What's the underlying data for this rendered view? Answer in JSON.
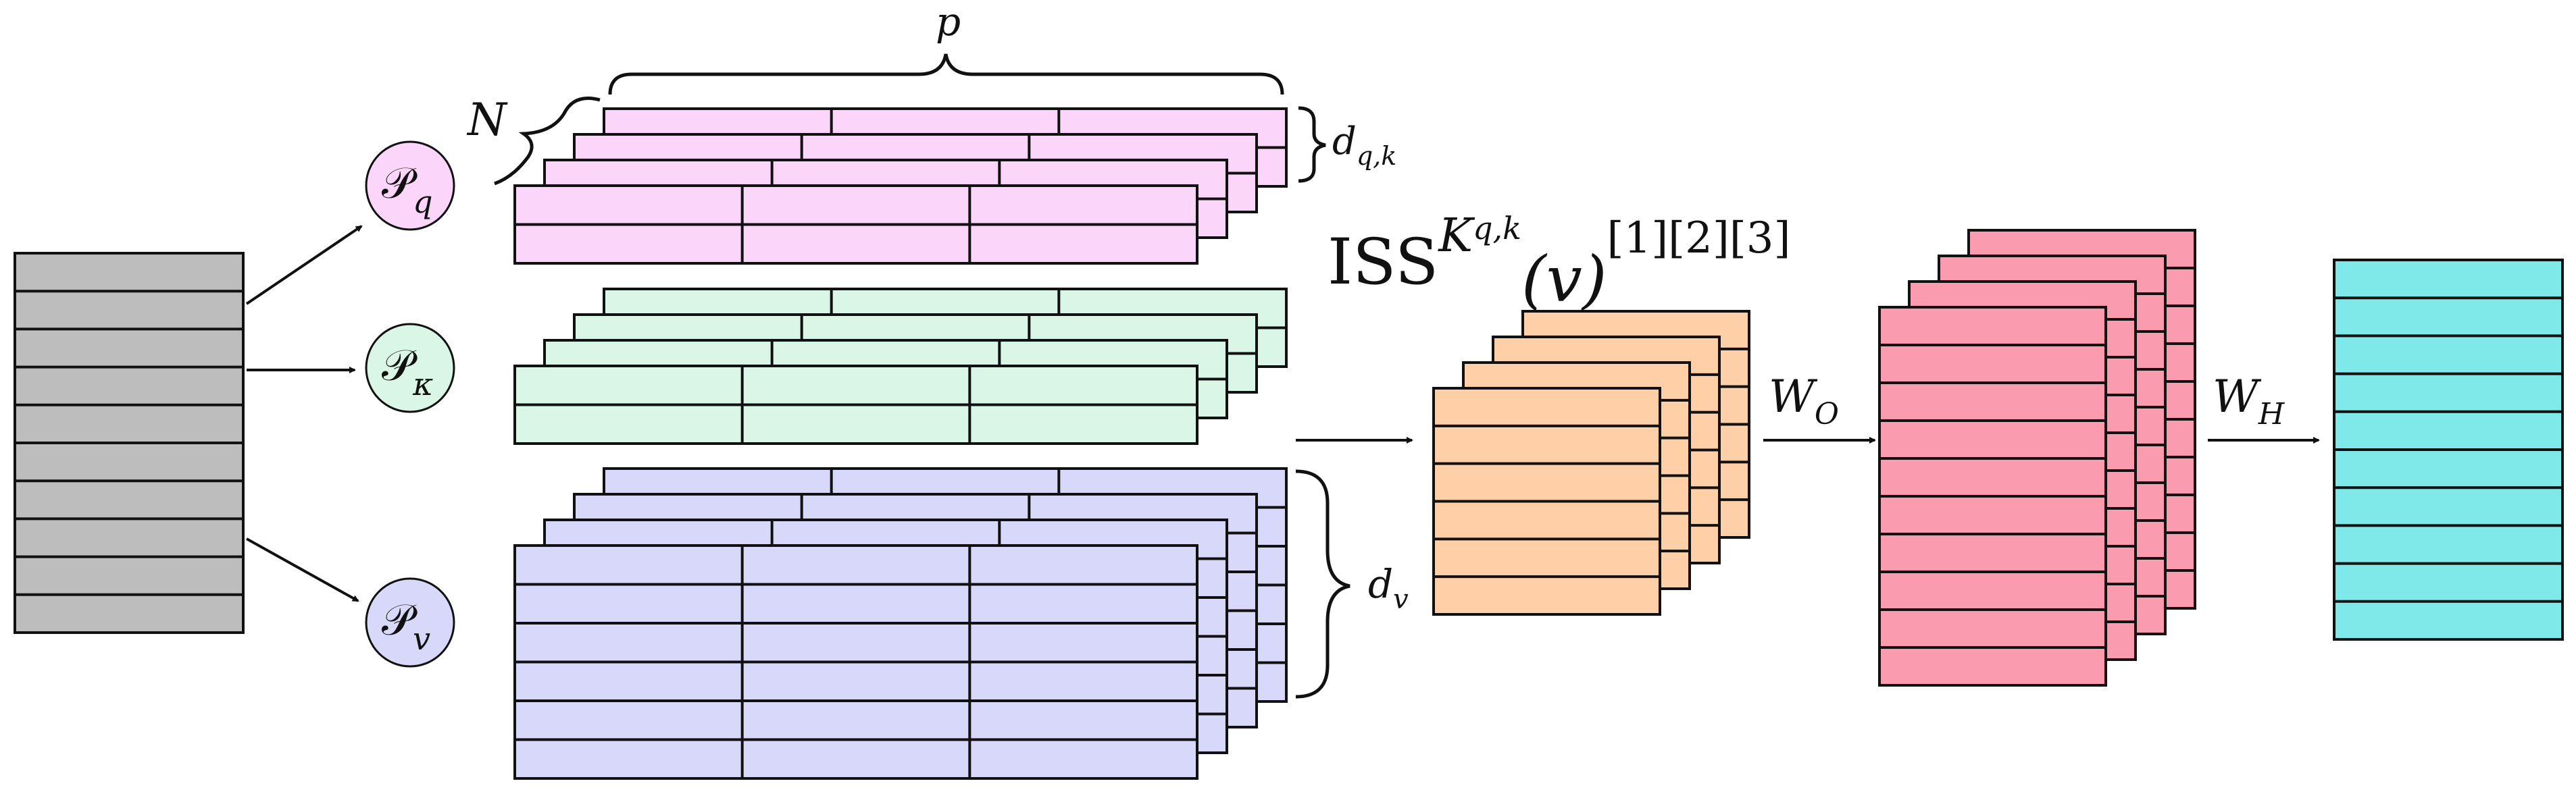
{
  "colors": {
    "input": "#bdbdbd",
    "query": "#fcd5fb",
    "key": "#d9f6e6",
    "value": "#d8d8fa",
    "iss": "#ffcfa8",
    "proj": "#fb9bb0",
    "out": "#7fe9ea",
    "circle_q": "#fcd5fb",
    "circle_k": "#d9f6e6",
    "circle_v": "#d8d8fa",
    "stroke": "#111111"
  },
  "labels": {
    "p": "p",
    "N": "N",
    "d_qk": {
      "base": "d",
      "sub": "q,k"
    },
    "d_v": {
      "base": "d",
      "sub": "v"
    },
    "P_q": {
      "base": "𝒫",
      "sub": "q"
    },
    "P_kappa": {
      "base": "𝒫",
      "sub": "κ"
    },
    "P_v": {
      "base": "𝒫",
      "sub": "v"
    },
    "iss": {
      "base": "ISS",
      "sup1": "K",
      "sup2": "q,k",
      "arg": "(v)",
      "sup3": "[1][2][3]"
    },
    "W_O": {
      "base": "W",
      "sub": "O"
    },
    "W_H": {
      "base": "W",
      "sub": "H"
    }
  }
}
